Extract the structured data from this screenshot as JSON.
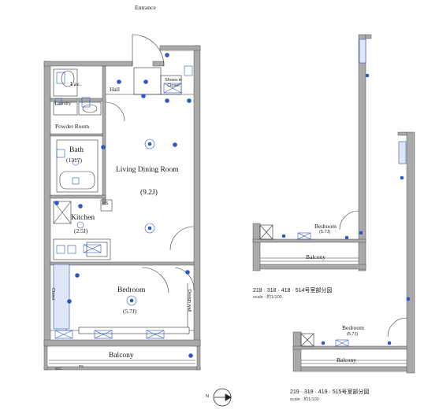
{
  "rooms": {
    "entrance": "Entrance",
    "lav": "Lav.",
    "hall": "Hall",
    "shoes_in_closet": "Shoes-in Closet",
    "laundry": "Laundry",
    "powder_room": "Powder Room",
    "bath": "Bath",
    "bath_size": "(1317)",
    "ldk": "Living Dining Room",
    "ldk_size": "(9.2J)",
    "ps": "PS",
    "kitchen": "Kitchen",
    "kitchen_size": "(2.5J)",
    "closet": "Closet",
    "bedroom": "Bedroom",
    "bedroom_size": "(5.7J)",
    "design_wall": "Design wall",
    "balcony": "Balcony"
  },
  "variant_a": {
    "bedroom": "Bedroom",
    "bedroom_size": "(5.7J)",
    "balcony": "Balcony",
    "caption": "218 · 318 · 418 · 514号室部分図",
    "scale": "scale : 約1/100"
  },
  "variant_b": {
    "bedroom": "Bedroom",
    "bedroom_size": "(5.7J)",
    "balcony": "Balcony",
    "caption": "219 · 319 · 419 · 515号室部分図",
    "scale": "scale : 約1/100"
  },
  "compass": {
    "label": "N"
  },
  "colors": {
    "wall": "#a9a9a9",
    "blue": "#2a56c6",
    "line": "#1a1a1a"
  }
}
